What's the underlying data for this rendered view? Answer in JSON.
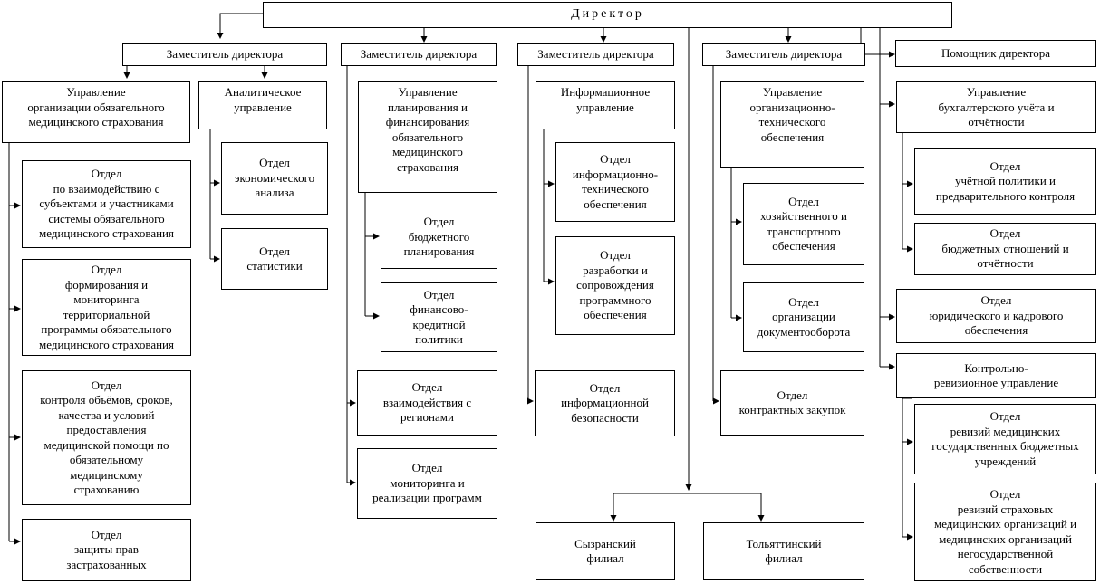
{
  "director": "Директор",
  "deputy_1": {
    "title": "Заместитель директора",
    "units": [
      "Управление\nорганизации обязательного\nмедицинского страхования",
      "Отдел\nпо взаимодействию с\nсубъектами и участниками\nсистемы обязательного\nмедицинского страхования",
      "Отдел\nформирования и\nмониторинга\nтерриториальной\nпрограммы  обязательного\nмедицинского страхования",
      "Отдел\nконтроля объёмов, сроков,\nкачества и условий\nпредоставления\nмедицинской помощи по\nобязательному\nмедицинскому\nстрахованию",
      "Отдел\nзащиты прав\nзастрахованных",
      "Аналитическое\nуправление",
      "Отдел\nэкономического\nанализа",
      "Отдел\nстатистики"
    ]
  },
  "deputy_2": {
    "title": "Заместитель директора",
    "units": [
      "Управление\nпланирования и\nфинансирования\nобязательного\nмедицинского\nстрахования",
      "Отдел\nбюджетного\nпланирования",
      "Отдел\nфинансово-\nкредитной\nполитики",
      "Отдел\nвзаимодействия с\nрегионами",
      "Отдел\nмониторинга и\nреализации программ"
    ]
  },
  "deputy_3": {
    "title": "Заместитель директора",
    "units": [
      "Информационное\nуправление",
      "Отдел\nинформационно-\nтехнического\nобеспечения",
      "Отдел\nразработки и\nсопровождения\nпрограммного\nобеспечения",
      "Отдел\nинформационной\nбезопасности"
    ]
  },
  "deputy_4": {
    "title": "Заместитель директора",
    "units": [
      "Управление\nорганизационно-\nтехнического\nобеспечения",
      "Отдел\nхозяйственного и\nтранспортного\nобеспечения",
      "Отдел\nорганизации\nдокументооборота",
      "Отдел\nконтрактных закупок"
    ]
  },
  "assistant": {
    "title": "Помощник директора"
  },
  "direct_units": [
    "Управление\nбухгалтерского учёта и\nотчётности",
    "Отдел\nучётной политики и\nпредварительного контроля",
    "Отдел\nбюджетных отношений и\nотчётности",
    "Отдел\nюридического и кадрового\nобеспечения",
    "Контрольно-\nревизионное управление",
    "Отдел\nревизий медицинских\nгосударственных бюджетных\nучреждений",
    "Отдел\nревизий страховых\nмедицинских организаций и\nмедицинских организаций\nнегосударственной\nсобственности"
  ],
  "branches": [
    "Сызранский\nфилиал",
    "Тольяттинский\nфилиал"
  ]
}
